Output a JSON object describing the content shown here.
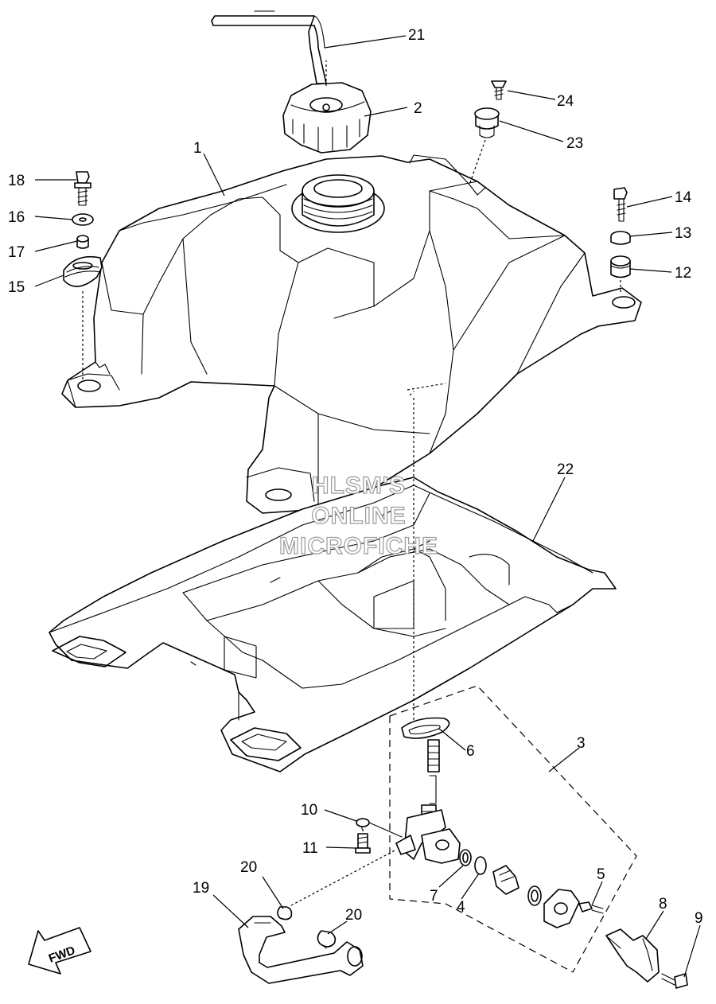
{
  "watermark": {
    "line1": "HLSM'S",
    "line2": "ONLINE",
    "line3": "MICROFICHE"
  },
  "direction_arrow": "FWD",
  "callouts": {
    "c1": "1",
    "c2": "2",
    "c3": "3",
    "c4": "4",
    "c5": "5",
    "c6": "6",
    "c7": "7",
    "c8": "8",
    "c9": "9",
    "c10": "10",
    "c11": "11",
    "c12": "12",
    "c13": "13",
    "c14": "14",
    "c15": "15",
    "c16": "16",
    "c17": "17",
    "c18": "18",
    "c19": "19",
    "c20a": "20",
    "c20b": "20",
    "c21": "21",
    "c22": "22",
    "c23": "23",
    "c24": "24"
  }
}
